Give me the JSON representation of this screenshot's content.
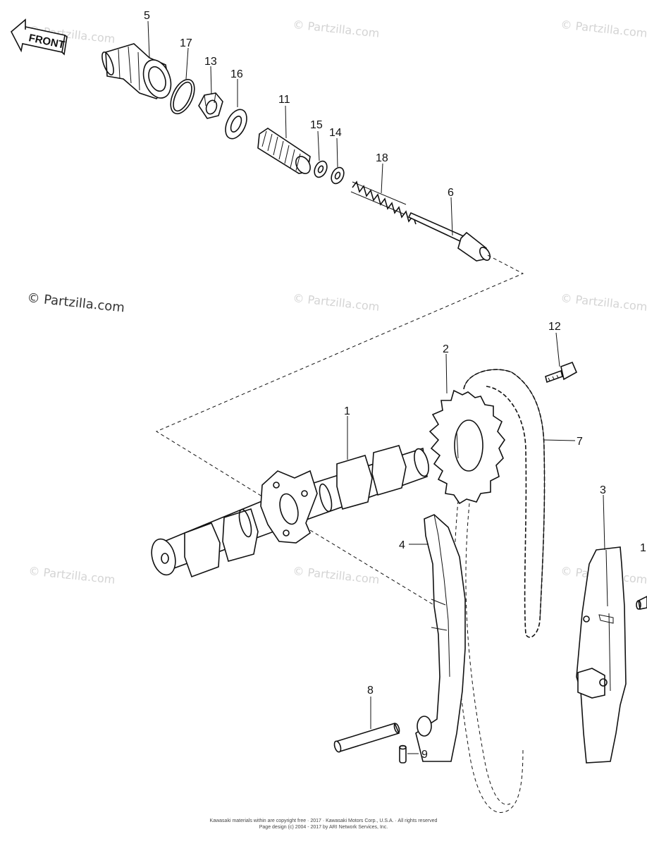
{
  "front_label": "FRONT",
  "watermarks": {
    "main": "© Partzilla.com",
    "faint": "© Partzilla.com"
  },
  "callouts": {
    "c1": "1",
    "c1b": "1",
    "c2": "2",
    "c3": "3",
    "c4": "4",
    "c5": "5",
    "c6": "6",
    "c7": "7",
    "c8": "8",
    "c9": "9",
    "c11": "11",
    "c12": "12",
    "c13": "13",
    "c14": "14",
    "c15": "15",
    "c16": "16",
    "c17": "17",
    "c18": "18"
  },
  "footer": {
    "line1": "Kawasaki materials within are copyright free · 2017 · Kawasaki Motors Corp., U.S.A. · All rights reserved",
    "line2": "Page design (c) 2004 - 2017 by ARI Network Services, Inc."
  },
  "colors": {
    "ink": "#111111",
    "watermark": "#d4d4d4",
    "background": "#ffffff"
  }
}
